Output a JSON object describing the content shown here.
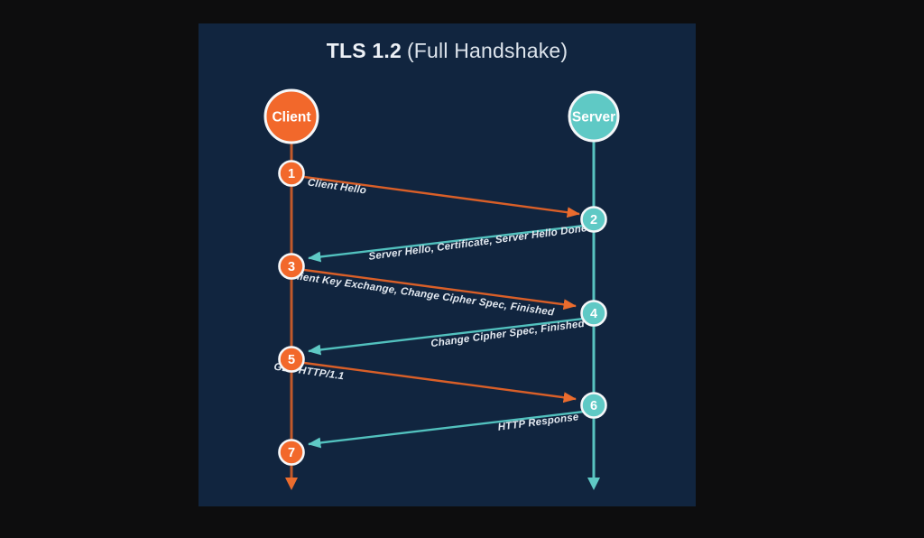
{
  "title": {
    "strong": "TLS 1.2",
    "rest": "(Full Handshake)"
  },
  "actors": {
    "client": {
      "label": "Client",
      "color": "#f2682b"
    },
    "server": {
      "label": "Server",
      "color": "#5fc9c5"
    }
  },
  "steps": [
    {
      "num": "1",
      "actor": "client"
    },
    {
      "num": "2",
      "actor": "server"
    },
    {
      "num": "3",
      "actor": "client"
    },
    {
      "num": "4",
      "actor": "server"
    },
    {
      "num": "5",
      "actor": "client"
    },
    {
      "num": "6",
      "actor": "server"
    },
    {
      "num": "7",
      "actor": "client"
    }
  ],
  "messages": [
    {
      "step_from": "1",
      "step_to": "2",
      "direction": "client-to-server",
      "label": "Client Hello"
    },
    {
      "step_from": "2",
      "step_to": "3",
      "direction": "server-to-client",
      "label": "Server Hello, Certificate, Server Hello Done"
    },
    {
      "step_from": "3",
      "step_to": "4",
      "direction": "client-to-server",
      "label": "Client Key Exchange, Change Cipher Spec, Finished"
    },
    {
      "step_from": "4",
      "step_to": "5",
      "direction": "server-to-client",
      "label": "Change Cipher Spec, Finished"
    },
    {
      "step_from": "5",
      "step_to": "6",
      "direction": "client-to-server",
      "label": "GET HTTP/1.1"
    },
    {
      "step_from": "6",
      "step_to": "7",
      "direction": "server-to-client",
      "label": "HTTP Response"
    }
  ],
  "colors": {
    "background": "#0d0d0e",
    "panel": "#11253f",
    "client_orange": "#f2682b",
    "server_teal": "#5fc9c5",
    "label_text": "#e3e9f0"
  }
}
